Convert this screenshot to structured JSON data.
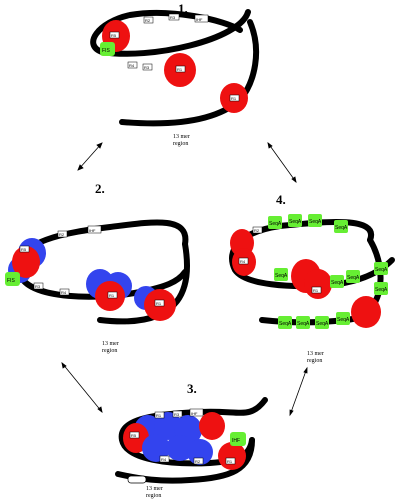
{
  "panels": [
    {
      "number": "1.",
      "region_line1": "13 mer",
      "region_line2": "region"
    },
    {
      "number": "2.",
      "region_line1": "13 mer",
      "region_line2": "region"
    },
    {
      "number": "3.",
      "region_line1": "13 mer",
      "region_line2": "region"
    },
    {
      "number": "4.",
      "region_line1": "13 mer",
      "region_line2": "region"
    }
  ],
  "site_labels": {
    "r2": "R2",
    "r3": "R3",
    "r4": "R4",
    "r5": "R5",
    "r1": "R1",
    "ihf": "IHF",
    "fis": "FIS"
  },
  "protein_labels": {
    "seqa": "SeqA"
  },
  "colors": {
    "dna": "#000000",
    "dnaa_red": "#ee1111",
    "dnaa_blue": "#3344ee",
    "ihf_fis_green": "#66ee33",
    "site_box": "#ffffff"
  }
}
